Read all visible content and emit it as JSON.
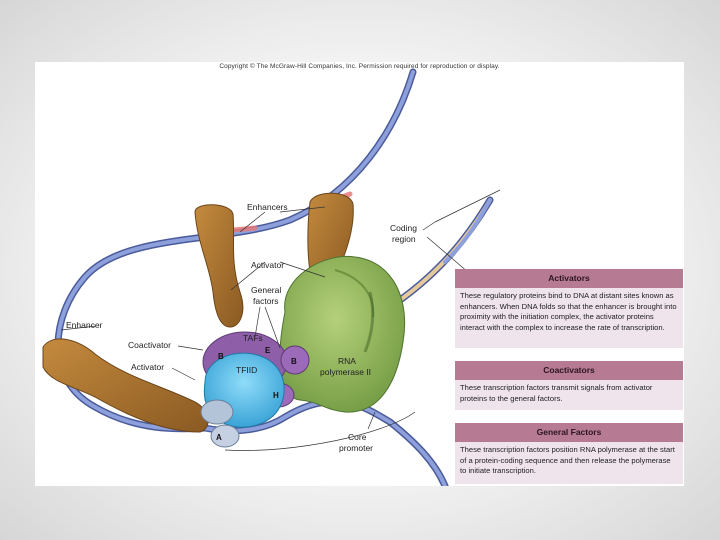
{
  "copyright": "Copyright © The McGraw-Hill Companies, Inc. Permission required for reproduction or display.",
  "labels": {
    "enhancers": "Enhancers",
    "activator_top": "Activator",
    "coding_region_1": "Coding",
    "coding_region_2": "region",
    "general_factors_1": "General",
    "general_factors_2": "factors",
    "enhancer": "Enhancer",
    "coactivator": "Coactivator",
    "activator_left": "Activator",
    "tafs": "TAFs",
    "tfiid": "TFIID",
    "rna_pol_1": "RNA",
    "rna_pol_2": "polymerase II",
    "core_promoter_1": "Core",
    "core_promoter_2": "promoter",
    "sub_b1": "B",
    "sub_e": "E",
    "sub_b2": "B",
    "sub_h": "H",
    "sub_a": "A"
  },
  "boxes": [
    {
      "title": "Activators",
      "body": "These regulatory proteins bind to DNA at distant sites known as enhancers. When DNA folds so that the enhancer is brought into proximity with the initiation complex, the activator proteins interact with the complex to increase the rate of transcription."
    },
    {
      "title": "Coactivators",
      "body": "These transcription factors transmit signals from activator proteins to the general factors."
    },
    {
      "title": "General Factors",
      "body": "These transcription factors position RNA polymerase at the start of a protein-coding sequence and then release the polymerase to initiate transcription."
    }
  ],
  "colors": {
    "dna": "#6f82c4",
    "activator_protein": "#a8722b",
    "rna_polymerase": "#93b55a",
    "tfiid": "#3fb4e6",
    "factor_purple": "#8e5ea8",
    "box_header": "#b77a93",
    "box_body": "#efe4ec"
  }
}
